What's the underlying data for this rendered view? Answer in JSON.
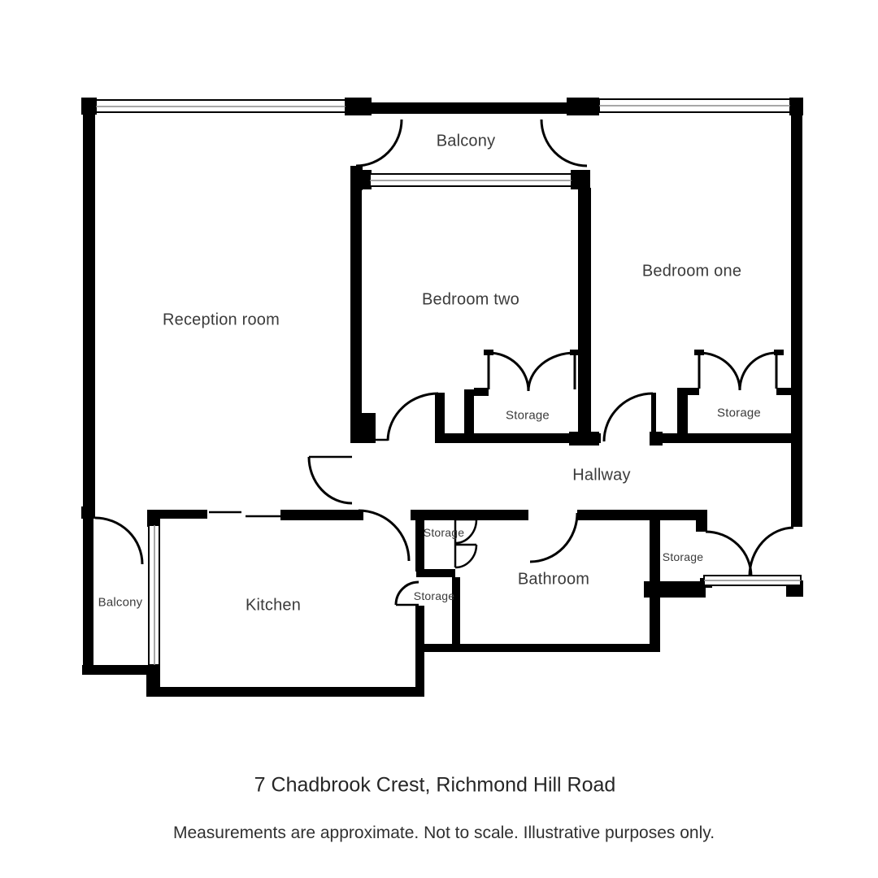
{
  "title": "7 Chadbrook Crest, Richmond Hill Road",
  "disclaimer": "Measurements are approximate. Not to scale. Illustrative purposes only.",
  "rooms": {
    "balcony_top": {
      "label": "Balcony"
    },
    "reception": {
      "label": "Reception room"
    },
    "bedroom_two": {
      "label": "Bedroom two"
    },
    "bedroom_one": {
      "label": "Bedroom one"
    },
    "storage_bedroom_two": {
      "label": "Storage"
    },
    "storage_bedroom_one": {
      "label": "Storage"
    },
    "hallway": {
      "label": "Hallway"
    },
    "storage_hall_top": {
      "label": "Storage"
    },
    "storage_hall_right": {
      "label": "Storage"
    },
    "bathroom": {
      "label": "Bathroom"
    },
    "storage_hall_bottom": {
      "label": "Storage"
    },
    "kitchen": {
      "label": "Kitchen"
    },
    "balcony_bottom": {
      "label": "Balcony"
    }
  },
  "colors": {
    "wall": "#000000",
    "window_mid_line": "#8a8a8a",
    "label_text": "#3b3b3b",
    "background": "#ffffff"
  }
}
